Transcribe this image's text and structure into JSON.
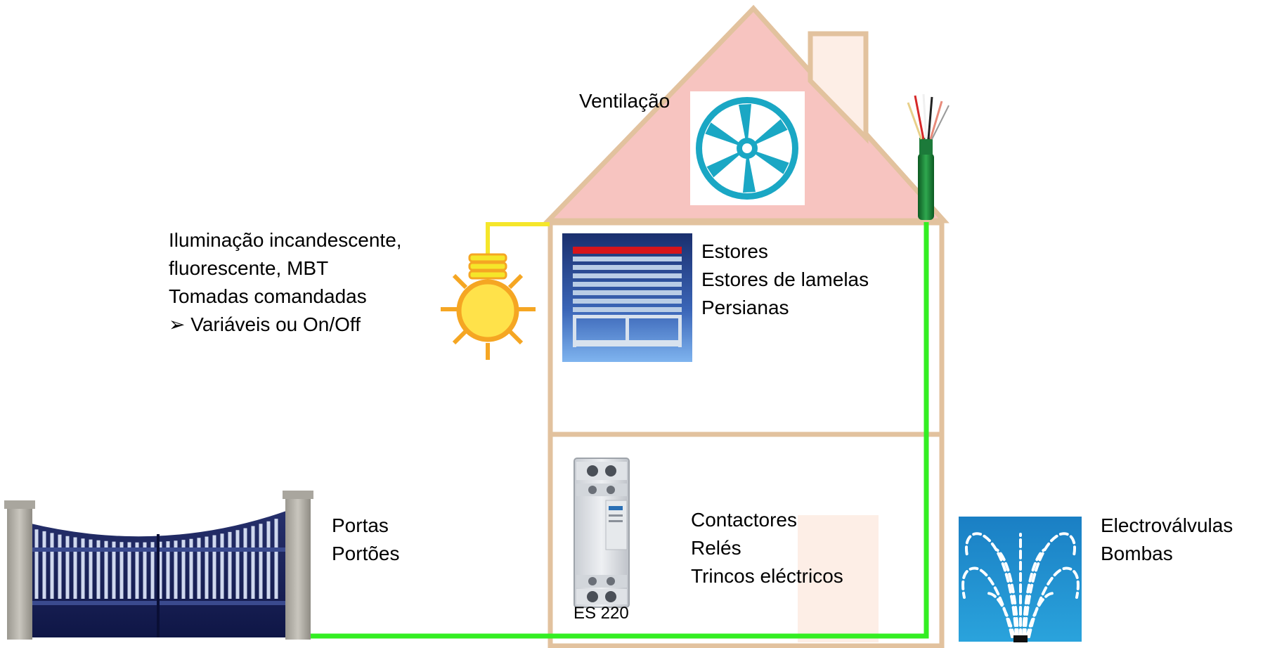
{
  "labels": {
    "ventilation": "Ventilação",
    "lighting": {
      "line1": "Iluminação incandescente,",
      "line2": "fluorescente, MBT",
      "line3": "Tomadas comandadas",
      "line4": "➢ Variáveis ou On/Off"
    },
    "blinds": {
      "line1": "Estores",
      "line2": "Estores de lamelas",
      "line3": "Persianas"
    },
    "gates": {
      "line1": "Portas",
      "line2": "Portões"
    },
    "contactors": {
      "line1": "Contactores",
      "line2": "Relés",
      "line3": "Trincos eléctricos"
    },
    "device_model": "ES 220",
    "valves": {
      "line1": "Electroválvulas",
      "line2": "Bombas"
    }
  },
  "colors": {
    "house_outline": "#e2c29e",
    "roof_fill": "#f7c4c0",
    "bus_line": "#33ee22",
    "lamp_wire": "#f5e62a",
    "fan_blue": "#1aa7c4",
    "blind_red": "#d7141a",
    "fountain_bg": "#1c8dd0"
  },
  "icons": [
    "fan-icon",
    "cable-icon",
    "lightbulb-icon",
    "blinds-icon",
    "gate-icon",
    "contactor-icon",
    "fountain-icon"
  ]
}
